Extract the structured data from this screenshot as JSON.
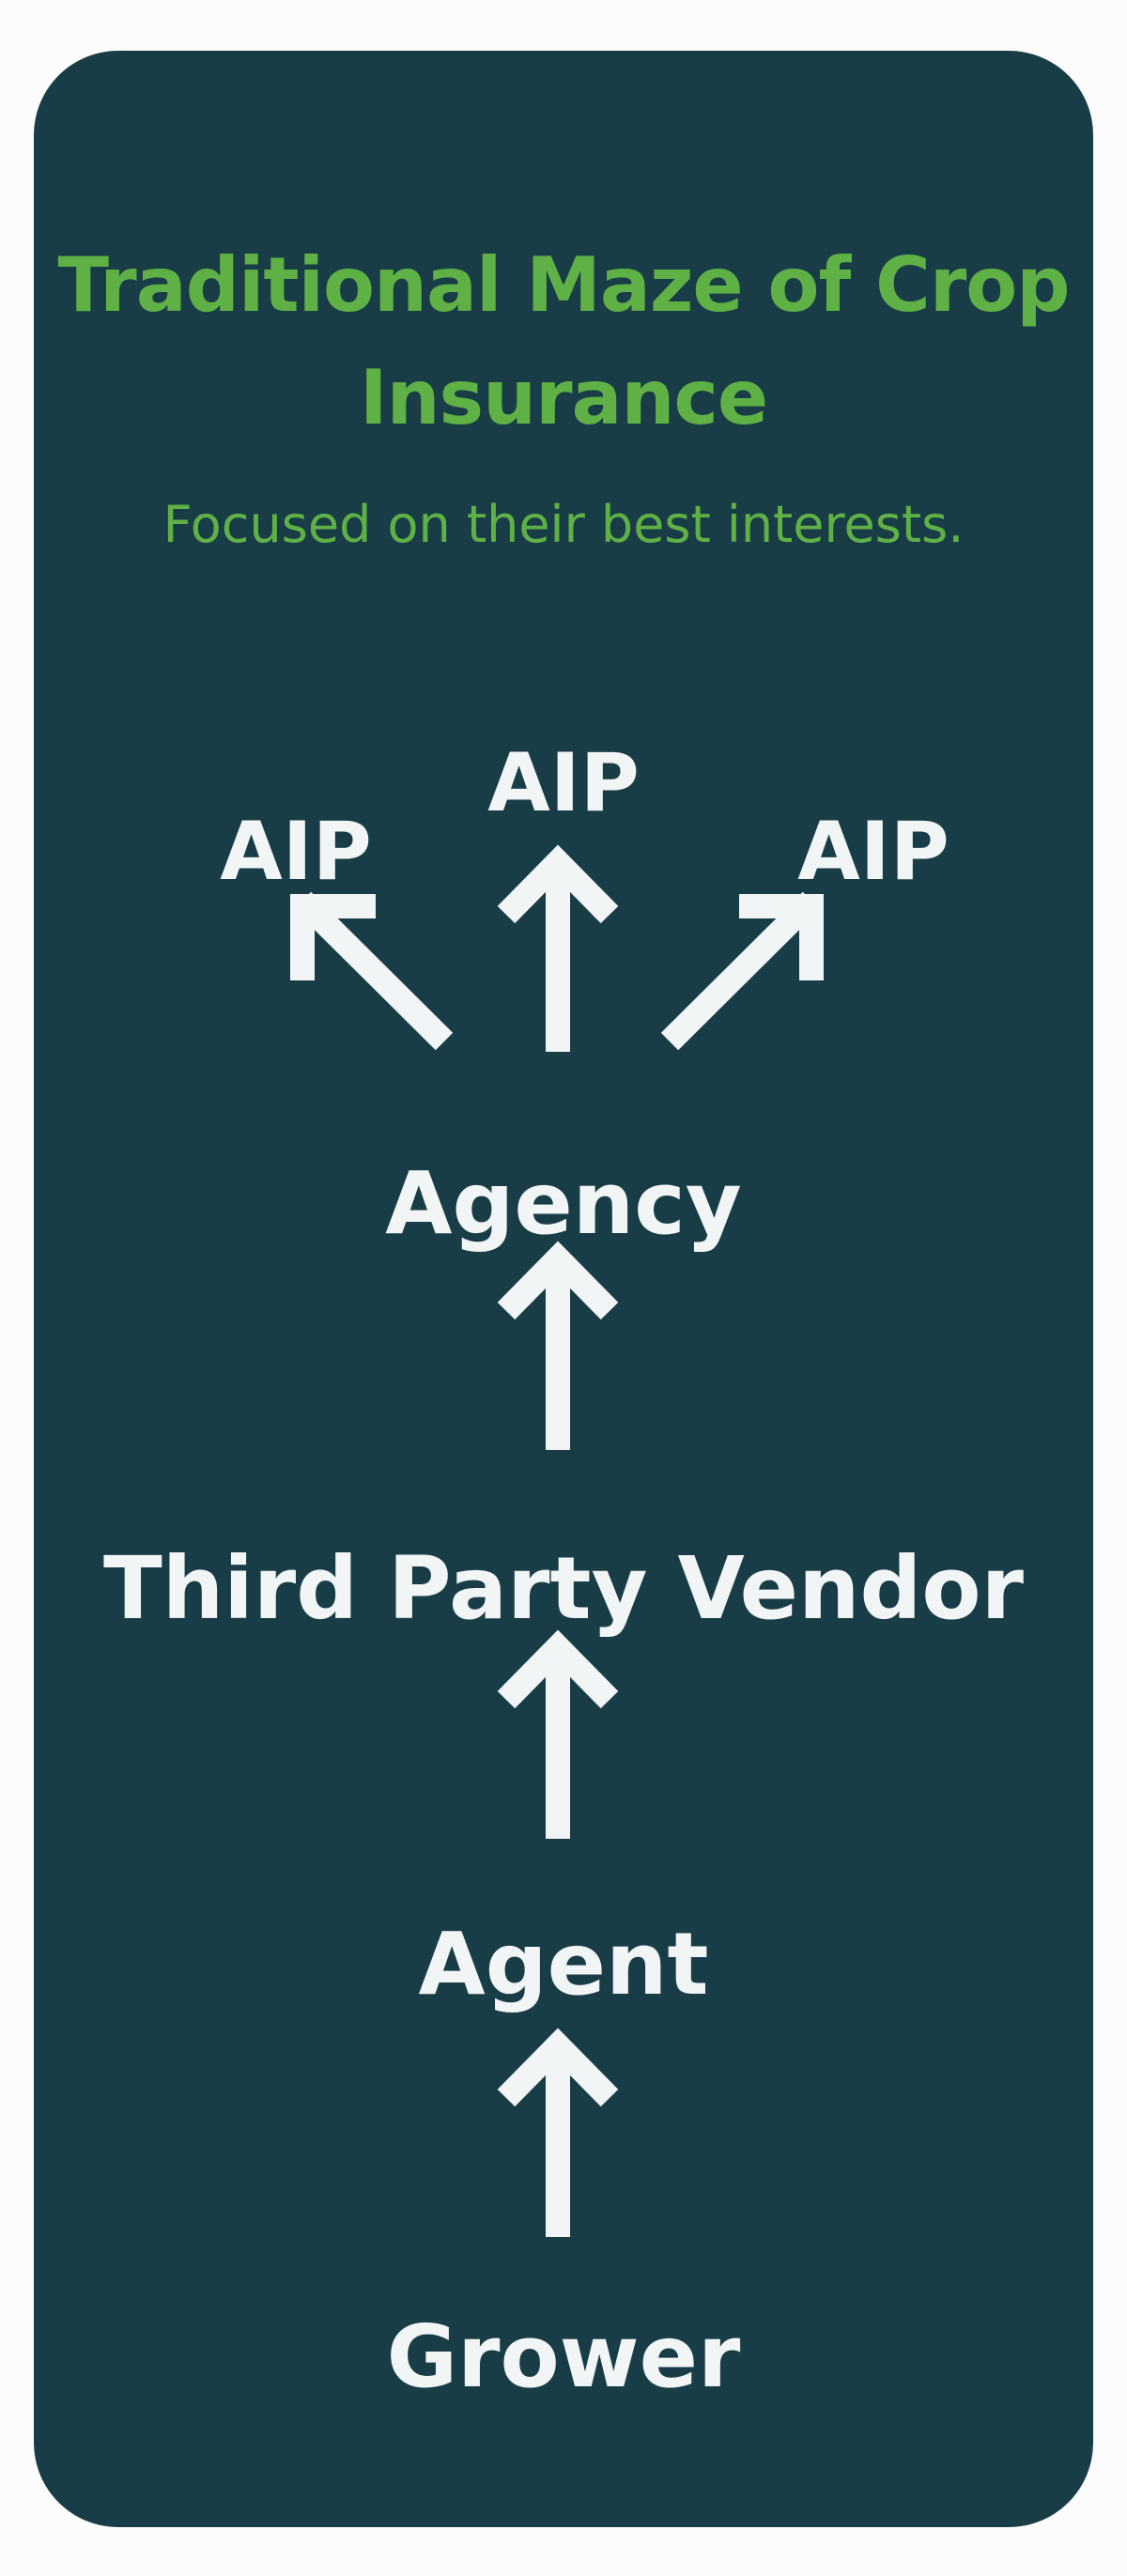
{
  "title": "Traditional Maze of Crop Insurance",
  "subtitle": "Focused on their best interests.",
  "nodes": {
    "aip_left": "AIP",
    "aip_center": "AIP",
    "aip_right": "AIP",
    "agency": "Agency",
    "third_party_vendor": "Third Party Vendor",
    "agent": "Agent",
    "grower": "Grower"
  },
  "colors": {
    "background": "#193d47",
    "accent": "#5fb146",
    "text": "#f2f5f6",
    "page": "#fcfcfc"
  }
}
